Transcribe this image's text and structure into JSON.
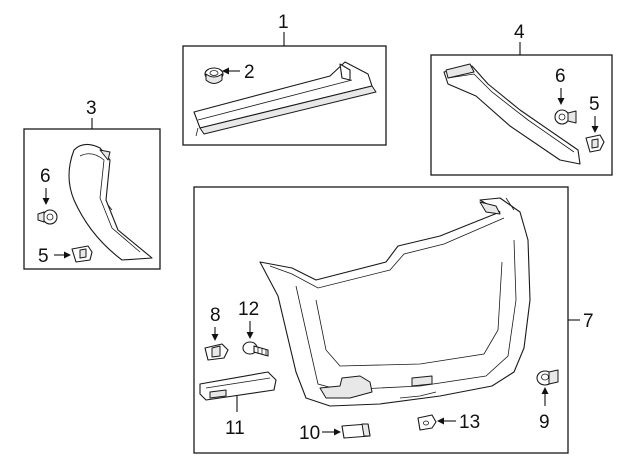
{
  "callouts": {
    "c1": "1",
    "c2": "2",
    "c3": "3",
    "c4": "4",
    "c5a": "5",
    "c5b": "5",
    "c6a": "6",
    "c6b": "6",
    "c7": "7",
    "c8": "8",
    "c9": "9",
    "c10": "10",
    "c11": "11",
    "c12": "12",
    "c13": "13"
  },
  "colors": {
    "line": "#1a1a1a",
    "background": "#ffffff"
  }
}
